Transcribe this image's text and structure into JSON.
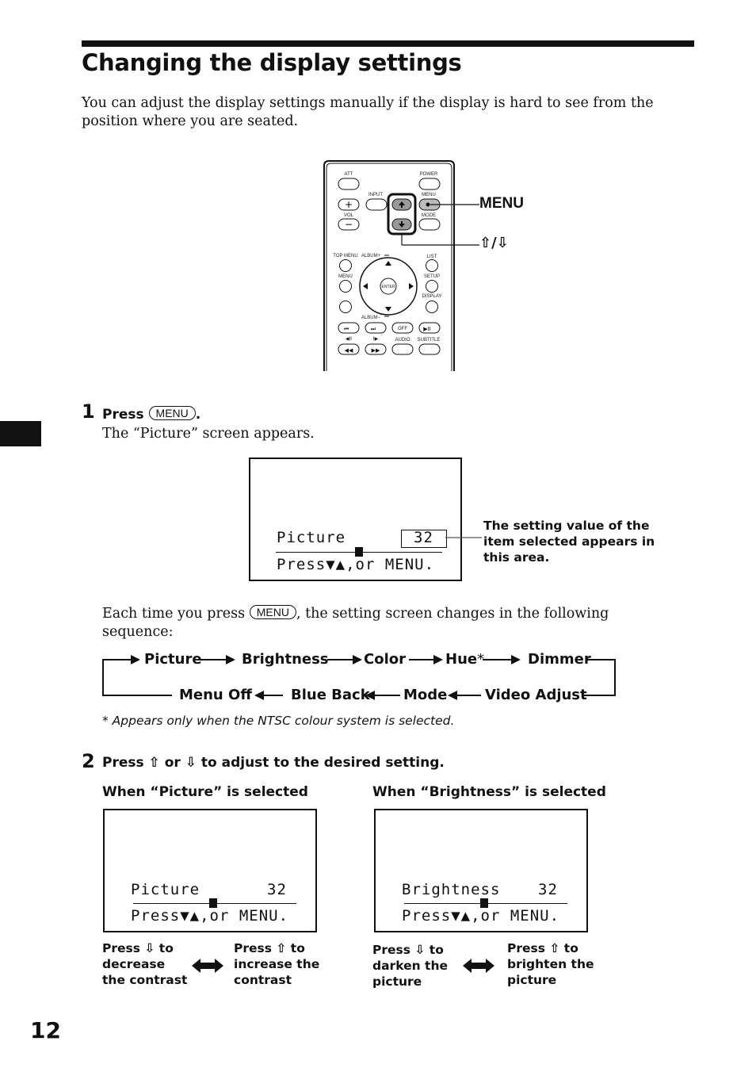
{
  "page": {
    "title": "Changing the display settings",
    "intro": "You can adjust the display settings manually if the display is hard to see from the position where you are seated.",
    "page_number": "12"
  },
  "remote": {
    "callout_menu": "MENU",
    "callout_arrows": "⇧/⇩",
    "labels": {
      "att": "ATT",
      "power": "POWER",
      "input": "INPUT",
      "menu_top": "MENU",
      "vol": "VOL",
      "mode": "MODE",
      "top_menu": "TOP MENU",
      "album_plus": "ALBUM+",
      "list": "LIST",
      "menu": "MENU",
      "setup": "SETUP",
      "enter": "ENTER",
      "display": "DISPLAY",
      "album_minus": "ALBUM−",
      "off": "OFF",
      "audio": "AUDIO",
      "subtitle": "SUBTITLE"
    }
  },
  "step1": {
    "number": "1",
    "press": "Press",
    "key": "MENU",
    "result": "The “Picture” screen appears.",
    "screen": {
      "item": "Picture",
      "value": "32",
      "hint": "Press▼▲,or MENU."
    },
    "callout": "The setting value of the item selected appears in this area.",
    "sequence_intro_a": "Each time you press",
    "sequence_key": "MENU",
    "sequence_intro_b": ", the setting screen changes in the following sequence:",
    "sequence_row1": [
      "Picture",
      "Brightness",
      "Color",
      "Hue",
      "Dimmer"
    ],
    "sequence_row2": [
      "Menu Off",
      "Blue Back",
      "Mode",
      "Video Adjust"
    ],
    "hue_mark": "*",
    "footnote": "* Appears only when the NTSC colour system is selected."
  },
  "step2": {
    "number": "2",
    "instruction_a": "Press",
    "up_arrow": "⇧",
    "instruction_or": "or",
    "down_arrow": "⇩",
    "instruction_b": "to adjust to the desired setting.",
    "left": {
      "heading": "When “Picture” is selected",
      "screen": {
        "item": "Picture",
        "value": "32",
        "hint": "Press▼▲,or MENU."
      },
      "press": "Press",
      "note_down": "to decrease the contrast",
      "note_up": "to increase the contrast",
      "slider_level": 0.5
    },
    "right": {
      "heading": "When “Brightness” is selected",
      "screen": {
        "item": "Brightness",
        "value": "32",
        "hint": "Press▼▲,or MENU."
      },
      "press": "Press",
      "note_down": "to darken the picture",
      "note_up": "to brighten the picture",
      "slider_level": 0.5
    }
  }
}
